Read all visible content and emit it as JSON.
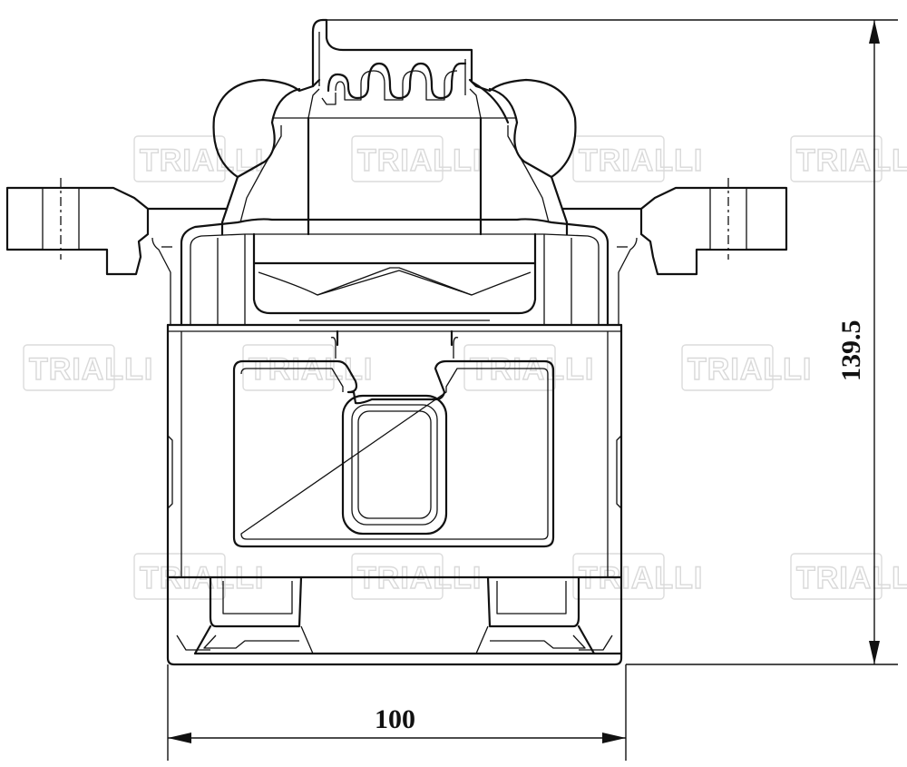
{
  "drawing": {
    "dimensions": {
      "width_label": "100",
      "height_label": "139.5"
    },
    "watermark": {
      "brand": "TRIALLI"
    }
  }
}
